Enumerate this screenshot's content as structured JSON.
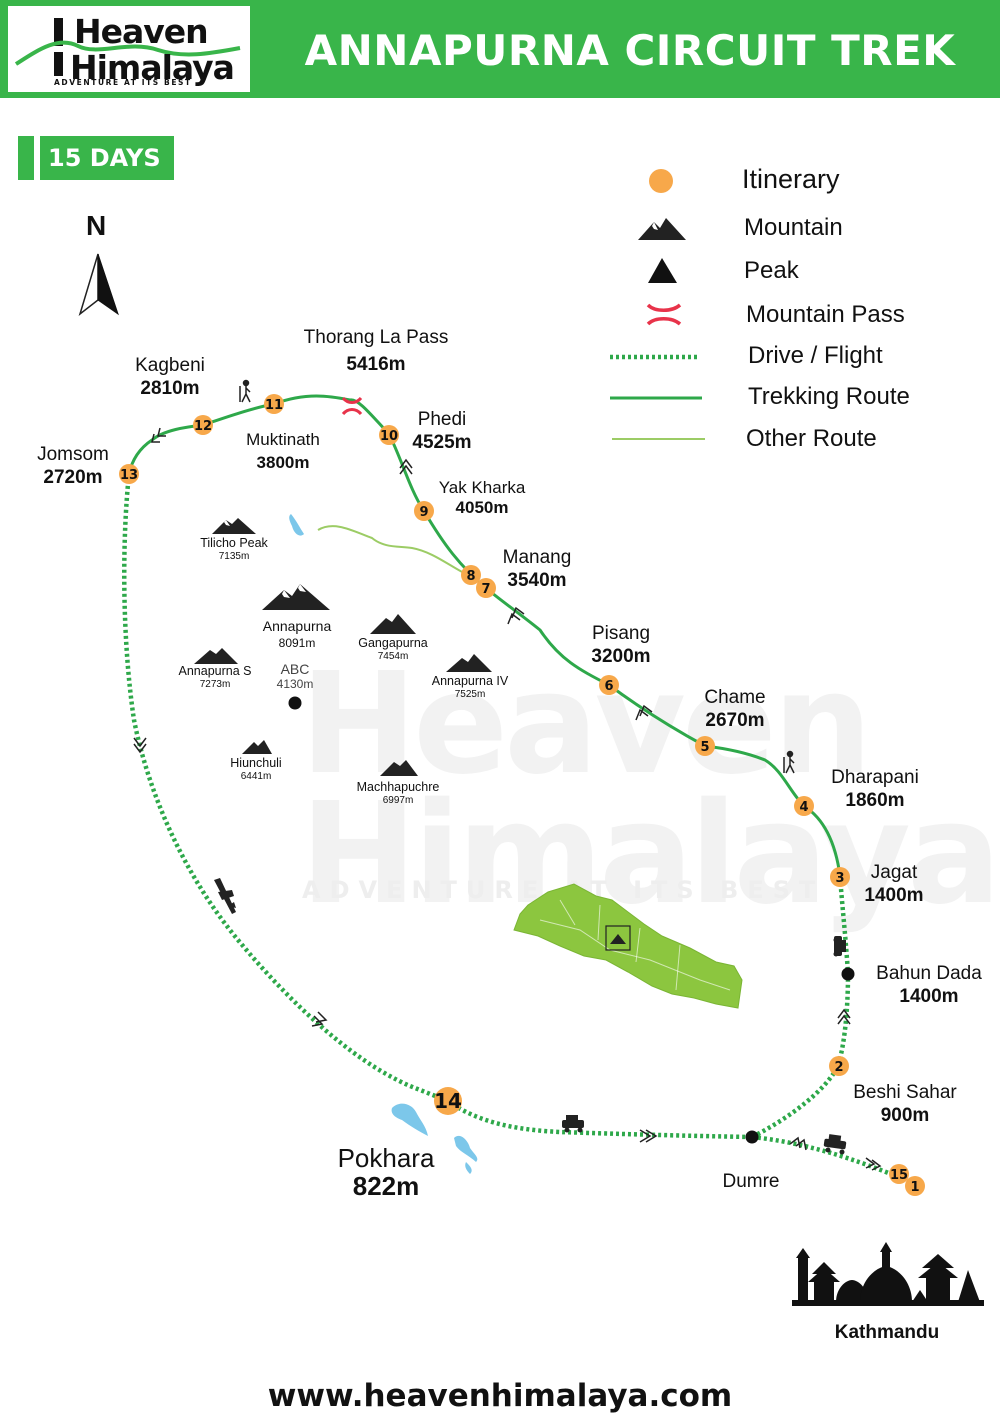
{
  "header": {
    "logo_line1": "Heaven",
    "logo_line2": "Himalaya",
    "logo_tagline": "ADVENTURE AT ITS BEST",
    "title": "ANNAPURNA CIRCUIT TREK",
    "days": "15 DAYS"
  },
  "compass": {
    "label": "N"
  },
  "legend": {
    "items": [
      {
        "icon": "itinerary-dot-icon",
        "label": "Itinerary"
      },
      {
        "icon": "mountain-icon",
        "label": "Mountain"
      },
      {
        "icon": "peak-icon",
        "label": "Peak"
      },
      {
        "icon": "mountain-pass-icon",
        "label": "Mountain Pass"
      },
      {
        "icon": "drive-flight-line-icon",
        "label": "Drive / Flight"
      },
      {
        "icon": "trekking-route-line-icon",
        "label": "Trekking Route"
      },
      {
        "icon": "other-route-line-icon",
        "label": "Other Route"
      }
    ]
  },
  "places": [
    {
      "name": "Thorang La Pass",
      "altitude": "5416m"
    },
    {
      "name": "Kagbeni",
      "altitude": "2810m"
    },
    {
      "name": "Jomsom",
      "altitude": "2720m"
    },
    {
      "name": "Muktinath",
      "altitude": "3800m"
    },
    {
      "name": "Phedi",
      "altitude": "4525m"
    },
    {
      "name": "Yak Kharka",
      "altitude": "4050m"
    },
    {
      "name": "Manang",
      "altitude": "3540m"
    },
    {
      "name": "Pisang",
      "altitude": "3200m"
    },
    {
      "name": "Chame",
      "altitude": "2670m"
    },
    {
      "name": "Dharapani",
      "altitude": "1860m"
    },
    {
      "name": "Jagat",
      "altitude": "1400m"
    },
    {
      "name": "Bahun Dada",
      "altitude": "1400m"
    },
    {
      "name": "Beshi Sahar",
      "altitude": "900m"
    },
    {
      "name": "Pokhara",
      "altitude": "822m"
    },
    {
      "name": "Dumre",
      "altitude": ""
    },
    {
      "name": "Kathmandu",
      "altitude": ""
    }
  ],
  "mountains": [
    {
      "name": "Tilicho Peak",
      "altitude": "7135m"
    },
    {
      "name": "Annapurna",
      "altitude": "8091m"
    },
    {
      "name": "Gangapurna",
      "altitude": "7454m"
    },
    {
      "name": "Annapurna S",
      "altitude": "7273m"
    },
    {
      "name": "ABC",
      "altitude": "4130m"
    },
    {
      "name": "Annapurna IV",
      "altitude": "7525m"
    },
    {
      "name": "Hiunchuli",
      "altitude": "6441m"
    },
    {
      "name": "Machhapuchre",
      "altitude": "6997m"
    }
  ],
  "stops": [
    "1",
    "2",
    "3",
    "4",
    "5",
    "6",
    "7",
    "8",
    "9",
    "10",
    "11",
    "12",
    "13",
    "14",
    "15"
  ],
  "colors": {
    "brand_green": "#39b54a",
    "route_green": "#2ea84a",
    "other_route": "#9ccc65",
    "itinerary_orange": "#f7a84a",
    "pass_red": "#e8334a",
    "lake_blue": "#7cc7ea",
    "nepal_green": "#8cc63f"
  },
  "footer": {
    "website": "www.heavenhimalaya.com"
  }
}
